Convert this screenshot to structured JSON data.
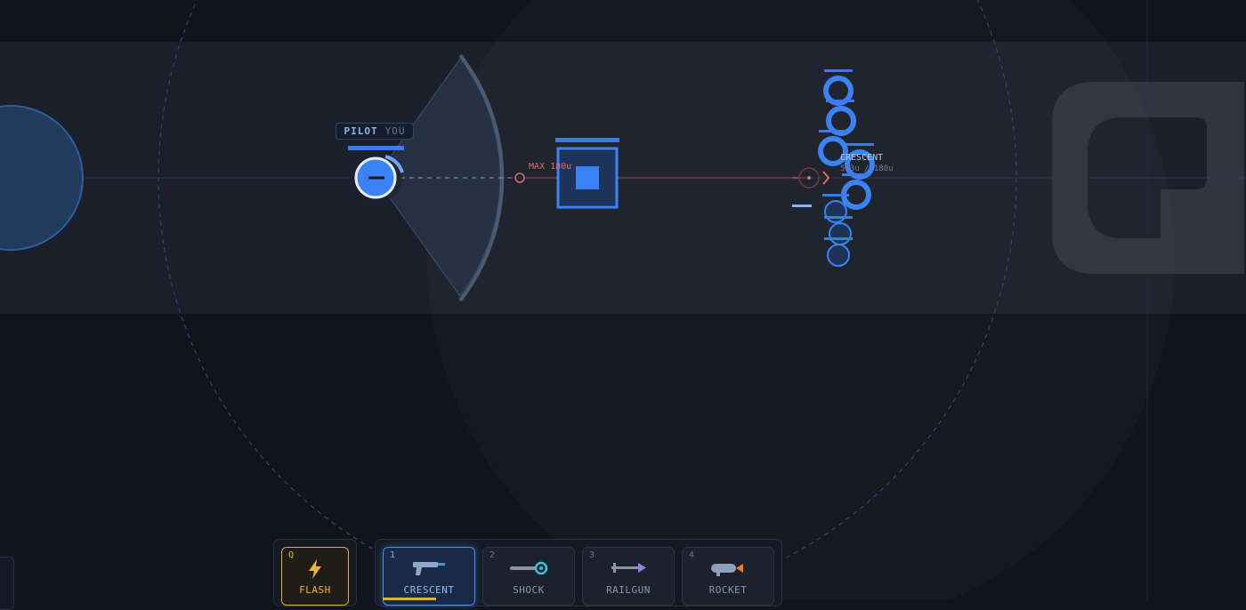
{
  "player": {
    "role": "PILOT",
    "name": "YOU"
  },
  "range": {
    "label": "MAX 180u"
  },
  "target": {
    "name": "CRESCENT",
    "distance": "543u / 180u"
  },
  "ability": {
    "key": "Q",
    "label": "FLASH",
    "icon": "lightning-icon"
  },
  "weapons": [
    {
      "key": "1",
      "label": "CRESCENT",
      "icon": "pistol-icon",
      "active": true
    },
    {
      "key": "2",
      "label": "SHOCK",
      "icon": "shock-gun-icon",
      "active": false
    },
    {
      "key": "3",
      "label": "RAILGUN",
      "icon": "railgun-icon",
      "active": false
    },
    {
      "key": "4",
      "label": "ROCKET",
      "icon": "rocket-launcher-icon",
      "active": false
    }
  ],
  "colors": {
    "background": "#10141c",
    "lane": "#1a1f29",
    "accent_blue": "#3b82f6",
    "flash_gold": "#e0b030",
    "range_red": "#e06a6a"
  }
}
